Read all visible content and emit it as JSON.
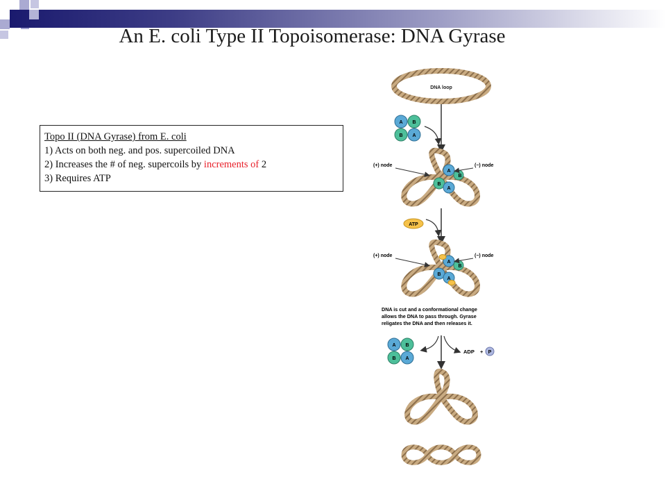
{
  "slide": {
    "title": "An E. coli Type II Topoisomerase: DNA Gyrase",
    "accent_color": "#1a1a6e",
    "gradient_end_color": "#ffffff"
  },
  "infobox": {
    "heading": "Topo II (DNA Gyrase) from E. coli",
    "point1": "1) Acts on both neg. and pos. supercoiled DNA",
    "point2_prefix": "2) Increases the # of neg. supercoils by ",
    "point2_highlight": "increments of",
    "point2_suffix": " 2",
    "point2_highlight_color": "#e8202a",
    "point3": "3) Requires ATP"
  },
  "diagram": {
    "loop_label": "DNA loop",
    "enzyme_sub_a": "A",
    "enzyme_sub_b": "B",
    "pos_node_label": "(+) node",
    "neg_node_label": "(−) node",
    "atp_label": "ATP",
    "caption_line1": "DNA is cut and a conformational change",
    "caption_line2": "allows the DNA to pass through. Gyrase",
    "caption_line3": "religates the DNA and then releases it.",
    "adp_label": "ADP",
    "plus_label": "+",
    "p_label": "P",
    "colors": {
      "dna_rope": "#c9ab82",
      "dna_stripe": "#8c6f4c",
      "subunit_a_blue": "#5aa9d6",
      "subunit_b_green": "#4dbf9a",
      "atp_fill": "#f6c24a",
      "p_fill": "#aeb8e0"
    }
  }
}
